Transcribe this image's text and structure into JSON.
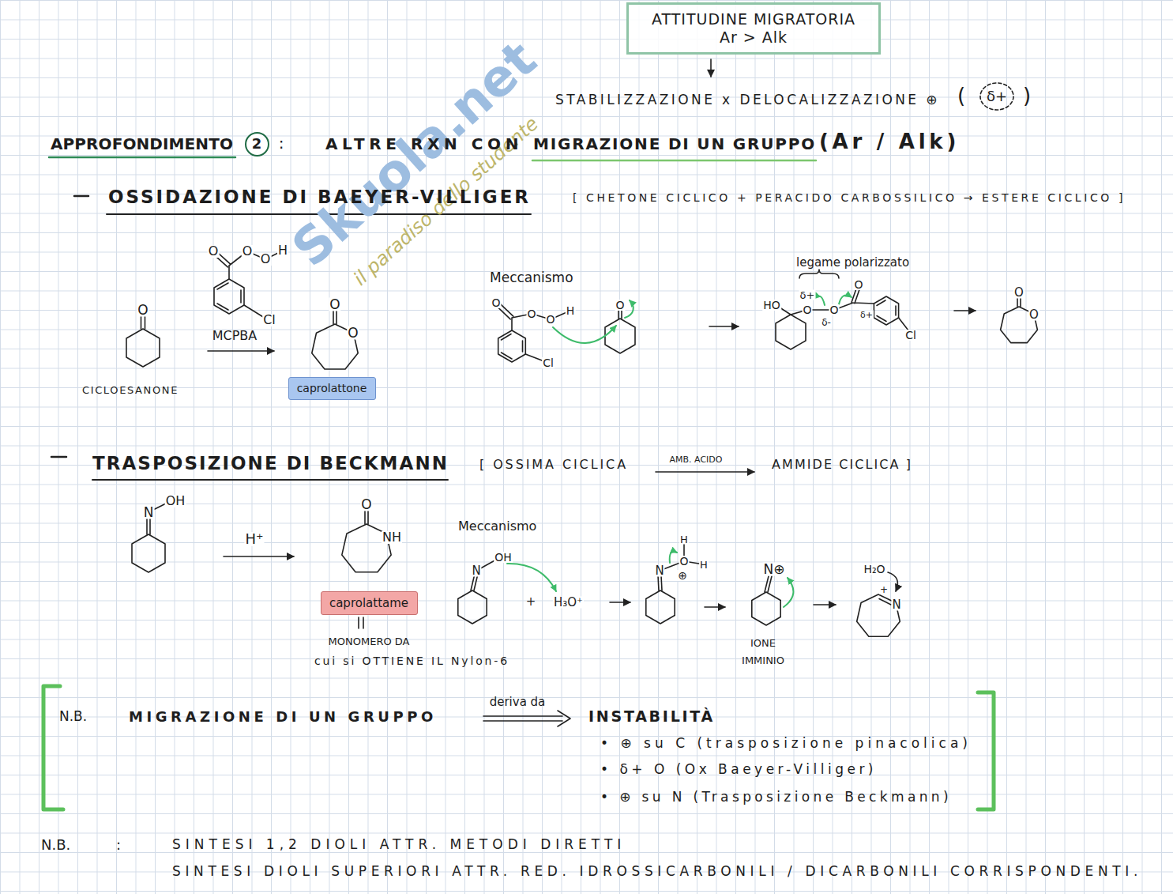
{
  "diagram": {
    "nodes": [
      {
        "text": [
          "ATTITUDINE MIGRATORIA",
          "Ar > Alk"
        ]
      },
      {
        "text": [
          "2"
        ]
      },
      {
        "text": [
          "caprolattone"
        ]
      },
      {
        "text": [
          "caprolattame"
        ]
      }
    ],
    "labels": [
      "STABILIZZAZIONE x DELOCALIZZAZIONE ⊕",
      "(",
      "δ+",
      ")",
      "APPROFONDIMENTO",
      ":",
      "ALTRE RXN CON",
      "MIGRAZIONE DI UN GRUPPO",
      "(Ar / Alk)",
      "OSSIDAZIONE DI BAEYER-VILLIGER",
      "[ CHETONE CICLICO + PERACIDO CARBOSSILICO → ESTERE CICLICO ]",
      "O",
      "O",
      "O",
      "H",
      "Cl",
      "MCPBA",
      "O",
      "CICLOESANONE",
      "O",
      "O",
      "Meccanismo",
      "O",
      "O",
      "O",
      "H",
      "Cl",
      "O",
      "legame polarizzato",
      "HO",
      "δ+",
      "O",
      "O",
      "O",
      "δ-",
      "δ+",
      "Cl",
      "O",
      "O",
      "TRASPOSIZIONE DI BECKMANN",
      "[ OSSIMA CICLICA",
      "AMB. ACIDO",
      "AMMIDE CICLICA ]",
      "N",
      "OH",
      "H⁺",
      "O",
      "NH",
      "MONOMERO DA",
      "cui si OTTIENE IL Nylon-6",
      "Meccanismo",
      "N",
      "OH",
      "+",
      "H₃O⁺",
      "N",
      "H",
      "O",
      "H",
      "⊕",
      "N⊕",
      "IONE",
      "IMMINIO",
      "H₂O",
      "+",
      "N",
      "N.B.",
      "MIGRAZIONE DI UN GRUPPO",
      "deriva da",
      "INSTABILITÀ",
      "• ⊕ su C (trasposizione pinacolica)",
      "• δ+ O (Ox Baeyer-Villiger)",
      "• ⊕ su N (Trasposizione Beckmann)",
      "N.B.",
      ":",
      "SINTESI 1,2 DIOLI ATTR. METODI DIRETTI",
      "SINTESI DIOLI SUPERIORI ATTR. RED. IDROSSICARBONILI / DICARBONILI CORRISPONDENTI.",
      "Skuola.net",
      "il paradiso dello studente"
    ]
  }
}
